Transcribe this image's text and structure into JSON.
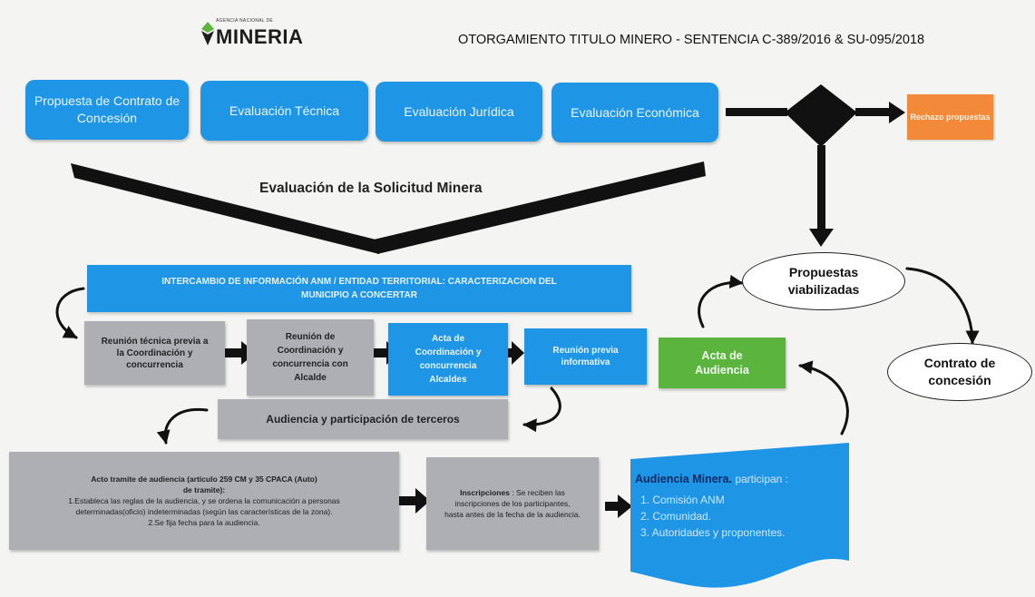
{
  "logo": {
    "small": "AGENCIA NACIONAL DE",
    "big": "MINERIA"
  },
  "title": "OTORGAMIENTO TITULO MINERO  - SENTENCIA C-389/2016 & SU-095/2018",
  "top_boxes": [
    "Propuesta de Contrato de Concesión",
    "Evaluación Técnica",
    "Evaluación Jurídica",
    "Evaluación Económica"
  ],
  "reject": "Rechazo propuestas",
  "evaluation_label": "Evaluación de la Solicitud Minera",
  "banner": "INTERCAMBIO DE INFORMACIÓN ANM / ENTIDAD TERRITORIAL: CARACTERIZACION DEL MUNICIPIO A CONCERTAR",
  "steps": {
    "reunion_tecnica": "Reunión técnica previa a la Coordinación y concurrencia",
    "reunion_coordinacion": "Reunión de Coordinación y concurrencia con Alcalde",
    "acta_coordinacion": "Acta de Coordinación y concurrencia Alcaldes",
    "reunion_previa": "Reunión previa informativa",
    "acta_audiencia": "Acta de Audiencia",
    "audiencia_terceros": "Audiencia y participación de terceros"
  },
  "ovals": {
    "propuestas": "Propuestas viabilizadas",
    "contrato": "Contrato de concesión"
  },
  "acto_tramite": {
    "title": "Acto tramite de audiencia (artículo 259 CM y 35 CPACA (Auto) de tramite):",
    "line1": "1.Estableca las reglas de la audiencia,  y se ordena la comunicación a  personas determinadas(oficio) indeterminadas (según las características de la zona).",
    "line2": "2.Se fija fecha para la audiencia."
  },
  "inscripciones": {
    "title": "Inscripciones",
    "text": " : Se reciben las inscripciones de los participantes, hasta antes de la fecha de la audiencia."
  },
  "audiencia_minera": {
    "title": "Audiencia Minera.",
    "suffix": " participan :",
    "items": [
      "1.  Comisión ANM",
      "2.  Comunidad.",
      "3.  Autoridades y proponentes."
    ]
  },
  "colors": {
    "blue": "#1f95e5",
    "gray": "#adafb3",
    "green": "#5ab43d",
    "orange": "#f28a3a",
    "arrow": "#111111"
  }
}
